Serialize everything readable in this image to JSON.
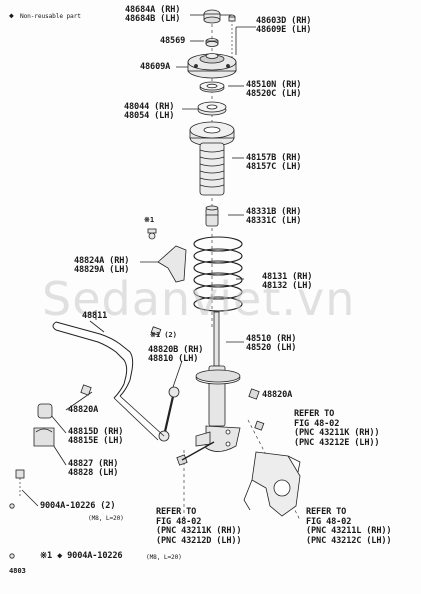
{
  "header": {
    "legend_text": "Non-reusable part",
    "legend_symbol": "◆"
  },
  "labels": {
    "p48684": "48684A (RH)\n48684B (LH)",
    "p48603": "48603D (RH)\n48609E (LH)",
    "p48569": "48569",
    "p48609A": "48609A",
    "p48510N": "48510N (RH)\n48520C (LH)",
    "p48044": "48044 (RH)\n48054 (LH)",
    "p48157": "48157B (RH)\n48157C (LH)",
    "p48331": "48331B (RH)\n48331C (LH)",
    "p48824": "48824A (RH)\n48829A (LH)",
    "p48131": "48131 (RH)\n48132 (LH)",
    "p48811": "48811",
    "pmark1": "※1",
    "pmark1b": "※1 (2)",
    "p48820B": "48820B (RH)\n48810 (LH)",
    "p48510": "48510 (RH)\n48520 (LH)",
    "p48820A_r": "48820A",
    "p48820A_l": "48820A",
    "p48815": "48815D (RH)\n48815E (LH)",
    "p48827": "48827 (RH)\n48828 (LH)",
    "p9004": "9004A-10226 (2)",
    "p9004sub": "(M8, L=20)",
    "refer_r1": "REFER TO\nFIG 48-02\n(PNC 43211K (RH))\n(PNC 43212E (LH))",
    "refer_l": "REFER TO\nFIG 48-02\n(PNC 43211K (RH))\n(PNC 43212D (LH))",
    "refer_r2": "REFER TO\nFIG 48-02\n(PNC 43211L (RH))\n(PNC 43212C (LH))",
    "footnote": "※1 ◆ 9004A-10226",
    "footnote_sub": "(M8, L=20)",
    "page_no": "4803"
  },
  "watermark": "Sedanviet.vn"
}
